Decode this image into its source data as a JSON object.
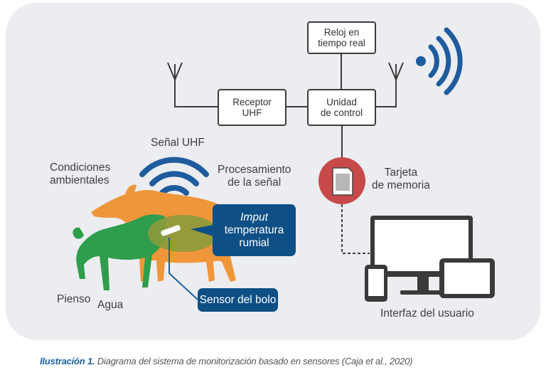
{
  "diagram": {
    "boxes": {
      "reloj": "Reloj en\ntiempo real",
      "receptor": "Receptor\nUHF",
      "unidad": "Unidad\nde control"
    },
    "labels": {
      "senal_uhf": "Señal UHF",
      "condiciones": "Condiciones\nambientales",
      "procesamiento": "Procesamiento\nde la señal",
      "tarjeta": "Tarjeta\nde memoria",
      "pienso": "Pienso",
      "agua": "Agua",
      "interfaz": "Interfaz del usuario"
    },
    "callouts": {
      "imput_italic": "Imput",
      "imput_rest": "temperatura\nrumial",
      "sensor": "Sensor del bolo"
    },
    "colors": {
      "panel": "#ecedf1",
      "signal_blue": "#1f5c9d",
      "callout_navy": "#0e4f86",
      "goat_orange": "#f0963a",
      "goat_green": "#2e9e4d",
      "rumen_olive": "#8b9a3c",
      "memory_red": "#c8494a"
    },
    "icons": [
      "antenna-icon",
      "wireless-signal-icon",
      "wifi-icon",
      "memory-card-icon",
      "computer-monitor-icon",
      "tablet-icon",
      "phone-icon",
      "goat-silhouette"
    ]
  },
  "caption": {
    "label": "Ilustración 1.",
    "text": " Diagrama del sistema de monitorización basado en sensores (Caja et al., 2020)"
  }
}
